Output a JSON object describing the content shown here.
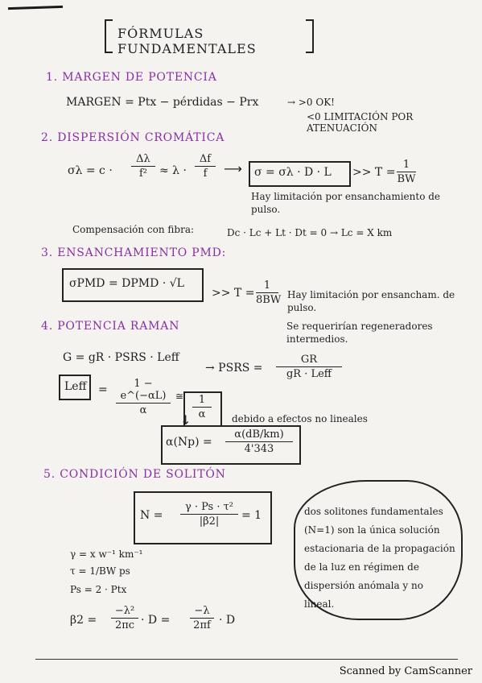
{
  "title": "FÓRMULAS FUNDAMENTALES",
  "sections": {
    "s1": {
      "title": "1. MARGEN DE POTENCIA",
      "formula": "MARGEN = Ptx − pérdidas − Prx",
      "result_ok": "→ >0   OK!",
      "result_bad": "<0   LIMITACIÓN POR ATENUACIÓN"
    },
    "s2": {
      "title": "2. DISPERSIÓN CROMÁTICA",
      "formula_left": "σλ = c ·",
      "frac1_num": "Δλ",
      "frac1_den": "f²",
      "approx": "≈ λ ·",
      "frac2_num": "Δf",
      "frac2_den": "f",
      "box_formula": "σ = σλ · D · L",
      "t_formula": ">> T =",
      "t_num": "1",
      "t_den": "BW",
      "note": "Hay limitación por ensanchamiento de pulso.",
      "compensation": "Compensación con fibra:",
      "comp_formula": "Dc · Lc + Lt · Dt = 0   →   Lc = X km"
    },
    "s3": {
      "title": "3. ENSANCHAMIENTO PMD:",
      "box_formula": "σPMD = DPMD · √L",
      "t_formula": ">> T =",
      "t_num": "1",
      "t_den": "8BW",
      "note1": "Hay limitación por ensancham. de pulso.",
      "note2": "Se requerirían regeneradores intermedios."
    },
    "s4": {
      "title": "4. POTENCIA RAMAN",
      "g_formula": "G = gR · PSRS · Leff",
      "psrs_left": "→   PSRS =",
      "psrs_num": "GR",
      "psrs_den": "gR · Leff",
      "leff_box": "Leff",
      "leff_eq": "=",
      "leff_num": "1 − e^(−αL)",
      "leff_den": "α",
      "approx_num": "1",
      "approx_den": "α",
      "nonlinear_note": "debido a efectos no lineales",
      "alpha_left": "α(Np) =",
      "alpha_num": "α(dB/km)",
      "alpha_den": "4'343"
    },
    "s5": {
      "title": "5. CONDICIÓN DE SOLITÓN",
      "n_left": "N =",
      "n_num": "γ · Ps · τ²",
      "n_den": "|β2|",
      "n_right": "= 1",
      "gamma": "γ = x w⁻¹ km⁻¹",
      "tau": "τ = 1/BW   ps",
      "ps": "Ps = 2 · Ptx",
      "beta_left": "β2 =",
      "beta_num1": "−λ²",
      "beta_den1": "2πc",
      "beta_mid": "· D =",
      "beta_num2": "−λ",
      "beta_den2": "2πf",
      "beta_right": "· D",
      "cloud_text": "dos solitones fundamentales (N=1) son la única solución estacionaria de la propagación de la luz en régimen de dispersión anómala y no lineal."
    }
  },
  "footer": "Scanned by CamScanner"
}
